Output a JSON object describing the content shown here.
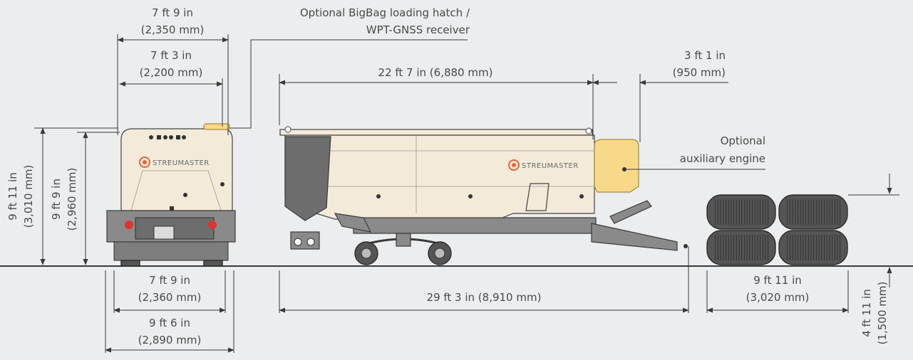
{
  "brand": {
    "name_front": "STREUMASTER",
    "name_side": "STREUMASTER",
    "accent_color": "#e1663c",
    "engine_color": "#f8d98a"
  },
  "labels": {
    "width_outer_top": "7 ft 9 in",
    "width_outer_top_mm": "(2,350 mm)",
    "width_inner_top": "7 ft 3 in",
    "width_inner_top_mm": "(2,200 mm)",
    "hatch_line1": "Optional BigBag loading hatch /",
    "hatch_line2": "WPT-GNSS receiver",
    "length_body": "22 ft 7 in (6,880 mm)",
    "engine_ext": "3 ft 1 in",
    "engine_ext_mm": "(950 mm)",
    "engine_line1": "Optional",
    "engine_line2": "auxiliary engine",
    "height_total": "9 ft 11 in",
    "height_total_mm": "(3,010 mm)",
    "height_body": "9 ft 9 in",
    "height_body_mm": "(2,960 mm)",
    "track_width": "7 ft 9 in",
    "track_width_mm": "(2,360 mm)",
    "overall_width": "9 ft 6 in",
    "overall_width_mm": "(2,890 mm)",
    "length_total": "29 ft 3 in (8,910 mm)",
    "stack_width": "9 ft 11 in",
    "stack_width_mm": "(3,020 mm)",
    "stack_height": "4 ft 11 in",
    "stack_height_mm": "(1,500 mm)"
  }
}
